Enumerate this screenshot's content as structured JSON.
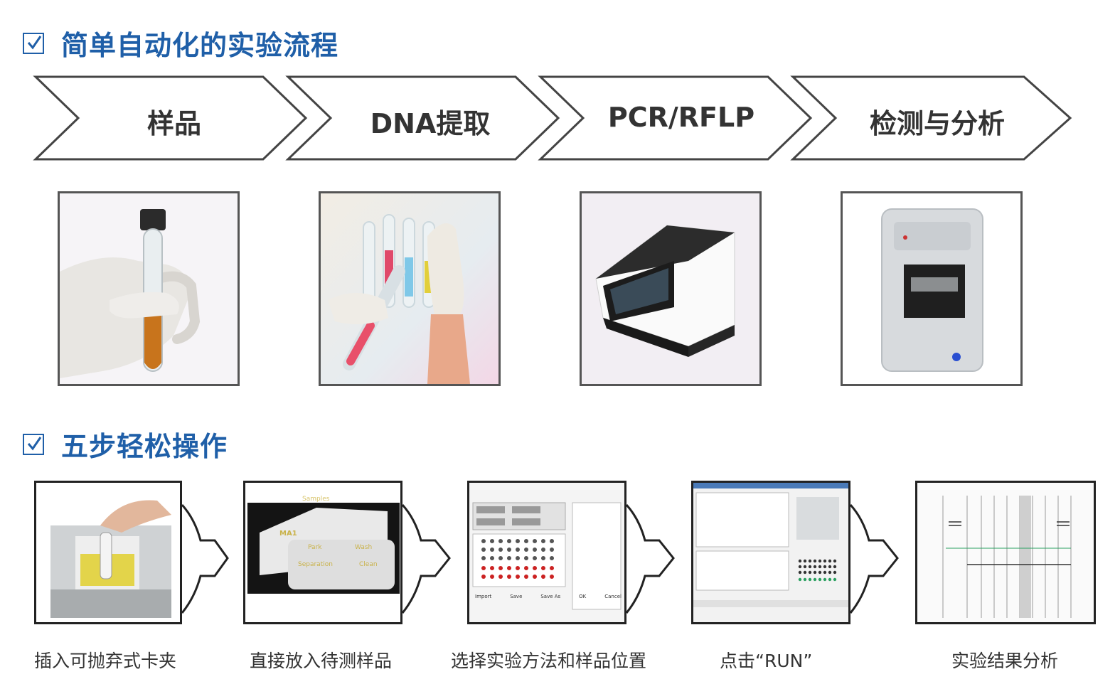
{
  "section1": {
    "title": "简单自动化的实验流程"
  },
  "chevrons": [
    "样品",
    "DNA提取",
    "PCR/RFLP",
    "检测与分析"
  ],
  "section2": {
    "title": "五步轻松操作"
  },
  "step2_texts": {
    "samples": "Samples",
    "ma1": "MA1",
    "park": "Park",
    "wash": "Wash",
    "separation": "Separation",
    "clean": "Clean"
  },
  "step3_buttons": [
    "Import",
    "Save",
    "Save As",
    "OK",
    "Cancel"
  ],
  "steps": [
    "插入可抛弃式卡夹",
    "直接放入待测样品",
    "选择实验方法和样品位置",
    "点击“RUN”",
    "实验结果分析"
  ],
  "colors": {
    "heading": "#1f5fa8",
    "chevron_stroke": "#444444",
    "text": "#333333"
  }
}
